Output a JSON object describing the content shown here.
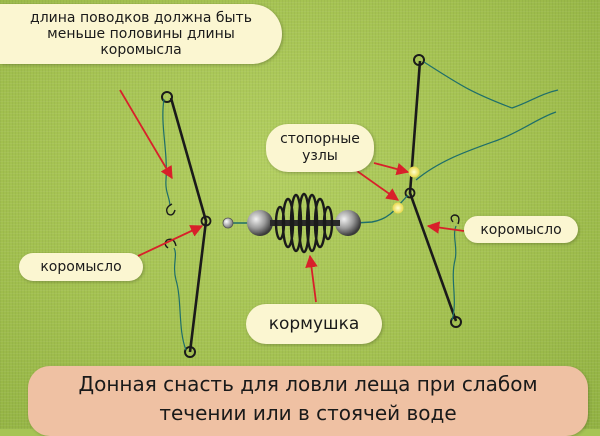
{
  "labels": {
    "leader_note": [
      "длина поводков должна быть",
      "меньше половины длины",
      "коромысла"
    ],
    "stop_knots": [
      "стопорные",
      "узлы"
    ],
    "left_boom": "коромысло",
    "right_boom": "коромысло",
    "feeder": "кормушка"
  },
  "caption": [
    "Донная снасть для ловли леща  при слабом",
    "течении или в стоячей воде"
  ],
  "colors": {
    "background": "#a6c454",
    "label_bg": "#fbf6d1",
    "caption_bg": "#efc1a3",
    "arrow": "#d8202a",
    "line": "#1e6e6a",
    "rod": "#1a1a1a",
    "knot": "#f6f08a"
  }
}
